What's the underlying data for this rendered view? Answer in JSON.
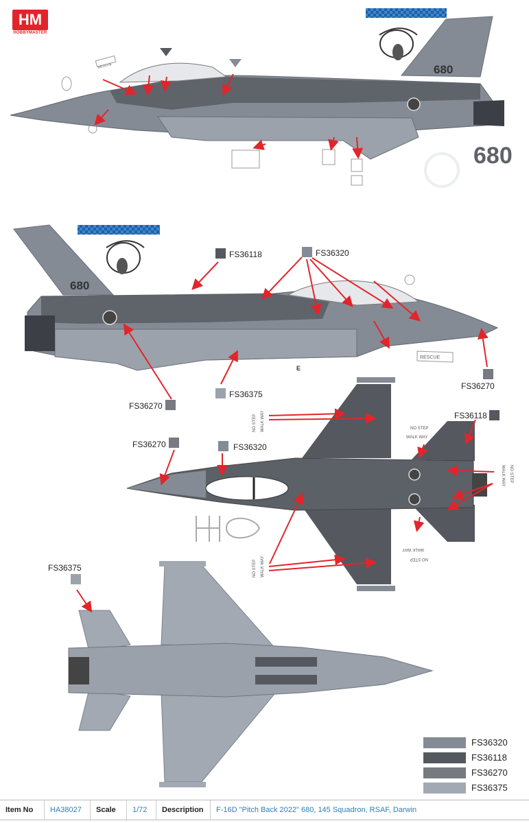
{
  "logo": {
    "mark": "HM",
    "brand": "HOBBYMASTER"
  },
  "aircraft_number": "680",
  "tail_number": "680",
  "callouts": [
    {
      "id": "top-fs36118",
      "label": "FS36118",
      "color": "#55585f"
    },
    {
      "id": "top-fs36320",
      "label": "FS36320",
      "color": "#858b95"
    },
    {
      "id": "side-fs36270",
      "label": "FS36270",
      "color": "#777a80"
    },
    {
      "id": "side-fs36375",
      "label": "FS36375",
      "color": "#9ba2ab"
    },
    {
      "id": "nose-fs36270",
      "label": "FS36270",
      "color": "#777a80"
    },
    {
      "id": "upper-fs36118",
      "label": "FS36118",
      "color": "#55585f"
    },
    {
      "id": "upper-fs36270",
      "label": "FS36270",
      "color": "#777a80"
    },
    {
      "id": "upper-fs36320",
      "label": "FS36320",
      "color": "#858b95"
    },
    {
      "id": "lower-fs36375",
      "label": "FS36375",
      "color": "#9ba2ab"
    }
  ],
  "stencils": {
    "no_step": "NO STEP",
    "walk_way": "WALK WAY",
    "rescue": "RESCUE",
    "letter_e": "E"
  },
  "legend": [
    {
      "code": "FS36320",
      "color": "#858b95"
    },
    {
      "code": "FS36118",
      "color": "#55585f"
    },
    {
      "code": "FS36270",
      "color": "#777a80"
    },
    {
      "code": "FS36375",
      "color": "#a2a9b2"
    }
  ],
  "info": {
    "item_no_label": "Item No",
    "item_no": "HA38027",
    "scale_label": "Scale",
    "scale": "1/72",
    "description_label": "Description",
    "description": "F-16D \"Pitch Back 2022\" 680, 145 Squadron, RSAF, Darwin"
  }
}
